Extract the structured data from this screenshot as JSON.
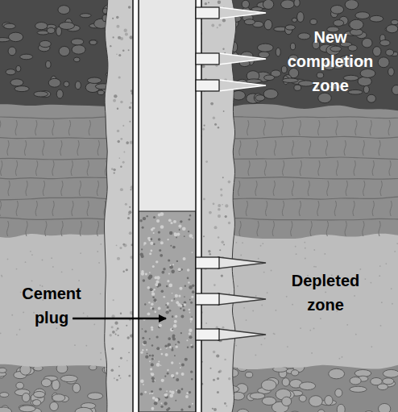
{
  "diagram": {
    "labels": [
      "New completion zone",
      "Cement plug",
      "Depleted zone"
    ]
  }
}
